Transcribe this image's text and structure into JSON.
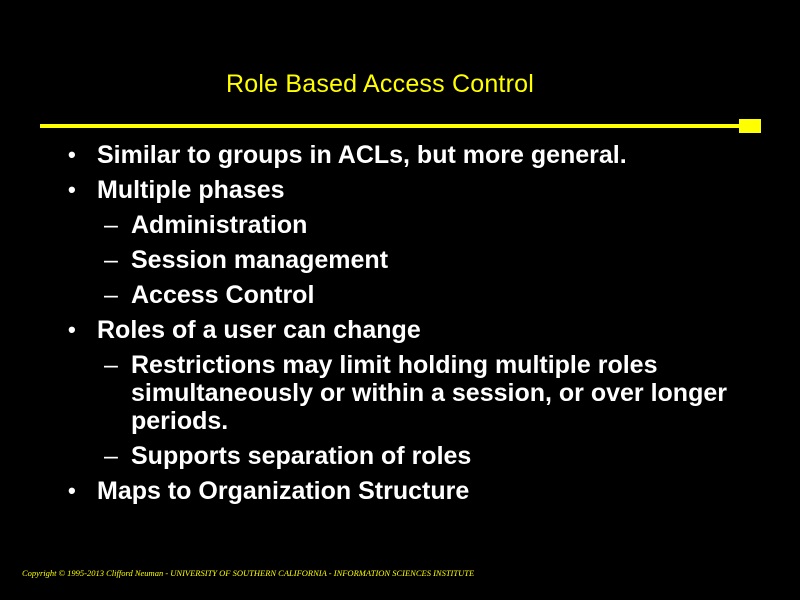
{
  "slide": {
    "title": "Role Based Access Control",
    "bullets": [
      {
        "level": 1,
        "marker": "•",
        "text": "Similar to groups in ACLs, but more general."
      },
      {
        "level": 1,
        "marker": "•",
        "text": "Multiple phases"
      },
      {
        "level": 2,
        "marker": "–",
        "text": "Administration"
      },
      {
        "level": 2,
        "marker": "–",
        "text": "Session management"
      },
      {
        "level": 2,
        "marker": "–",
        "text": "Access Control"
      },
      {
        "level": 1,
        "marker": "•",
        "text": "Roles of a user can change"
      },
      {
        "level": 2,
        "marker": "–",
        "text": "Restrictions may limit holding multiple roles simultaneously or within a session, or over longer periods."
      },
      {
        "level": 2,
        "marker": "–",
        "text": "Supports separation of roles"
      },
      {
        "level": 1,
        "marker": "•",
        "text": "Maps to Organization Structure"
      }
    ],
    "footer": "Copyright © 1995-2013 Clifford Neuman - UNIVERSITY OF SOUTHERN CALIFORNIA - INFORMATION SCIENCES INSTITUTE"
  },
  "colors": {
    "background": "#000000",
    "accent": "#FFFF00",
    "text": "#FFFFFF"
  }
}
